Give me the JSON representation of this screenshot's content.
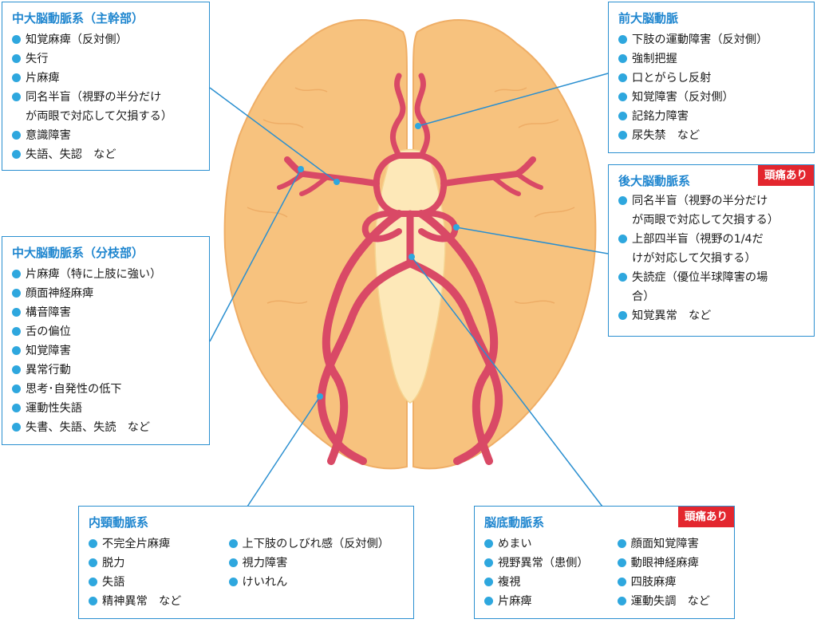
{
  "colors": {
    "brain_fill": "#f7c27e",
    "brainstem": "#fde8b8",
    "artery": "#d94966",
    "artery_highlight": "#ea7d90",
    "pointer_line": "#2a8fd0",
    "box_border": "#2a8fd0",
    "title_text": "#1f86cf",
    "bullet": "#2ea7de",
    "badge_bg": "#e3262e"
  },
  "boxes": {
    "mca_trunk": {
      "title": "中大脳動脈系（主幹部）",
      "items": [
        "知覚麻痺（反対側）",
        "失行",
        "片麻痺",
        "同名半盲（視野の半分だけ\nが両眼で対応して欠損する）",
        "意識障害",
        "失語、失認　など"
      ]
    },
    "mca_branch": {
      "title": "中大脳動脈系（分枝部）",
      "items": [
        "片麻痺（特に上肢に強い）",
        "顔面神経麻痺",
        "構音障害",
        "舌の偏位",
        "知覚障害",
        "異常行動",
        "思考･自発性の低下",
        "運動性失語",
        "失書、失語、失読　など"
      ]
    },
    "aca": {
      "title": "前大脳動脈",
      "items": [
        "下肢の運動障害（反対側）",
        "強制把握",
        "口とがらし反射",
        "知覚障害（反対側）",
        "記銘力障害",
        "尿失禁　など"
      ]
    },
    "pca": {
      "title": "後大脳動脈系",
      "badge": "頭痛あり",
      "items": [
        "同名半盲（視野の半分だけ\nが両眼で対応して欠損する）",
        "上部四半盲（視野の1/4だ\nけが対応して欠損する）",
        "失読症（優位半球障害の場\n合）",
        "知覚異常　など"
      ]
    },
    "ica": {
      "title": "内頸動脈系",
      "col1": [
        "不完全片麻痺",
        "脱力",
        "失語",
        "精神異常　など"
      ],
      "col2": [
        "上下肢のしびれ感（反対側）",
        "視力障害",
        "けいれん"
      ]
    },
    "basilar": {
      "title": "脳底動脈系",
      "badge": "頭痛あり",
      "col1": [
        "めまい",
        "視野異常（患側）",
        "複視",
        "片麻痺"
      ],
      "col2": [
        "顔面知覚障害",
        "動眼神経麻痺",
        "四肢麻痺",
        "運動失調　など"
      ]
    }
  }
}
